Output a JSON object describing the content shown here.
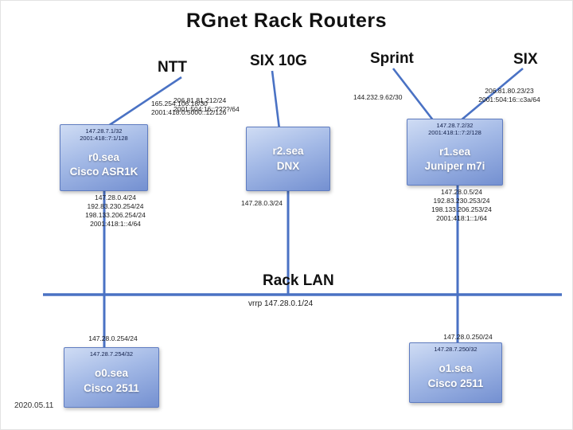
{
  "title": "RGnet Rack Routers",
  "date": "2020.05.11",
  "uplinks": {
    "ntt": {
      "label": "NTT",
      "addrs": [
        "165.254.106.18/30",
        "2001:418:0:5000::12/126"
      ]
    },
    "six10g": {
      "label": "SIX 10G",
      "addrs": [
        "206.81.81.212/24",
        "2001:504:16::????/64"
      ]
    },
    "sprint": {
      "label": "Sprint",
      "addrs": [
        "144.232.9.62/30"
      ]
    },
    "six": {
      "label": "SIX",
      "addrs": [
        "206.81.80.23/23",
        "2001:504:16::c3a/64"
      ]
    }
  },
  "routers": {
    "r0": {
      "name": "r0.sea",
      "model": "Cisco ASR1K",
      "loopbacks": [
        "147.28.7.1/32",
        "2001:418::7:1/128"
      ],
      "lan_addrs": [
        "147.28.0.4/24",
        "192.83.230.254/24",
        "198.133.206.254/24",
        "2001:418:1::4/64"
      ]
    },
    "r2": {
      "name": "r2.sea",
      "model": "DNX",
      "lan_addrs": [
        "147.28.0.3/24"
      ]
    },
    "r1": {
      "name": "r1.sea",
      "model": "Juniper m7i",
      "loopbacks": [
        "147.28.7.2/32",
        "2001:418:1::7:2/128"
      ],
      "lan_addrs": [
        "147.28.0.5/24",
        "192.83.230.253/24",
        "198.133.206.253/24",
        "2001:418:1::1/64"
      ]
    },
    "o0": {
      "name": "o0.sea",
      "model": "Cisco 2511",
      "loopbacks": [
        "147.28.7.254/32"
      ],
      "lan_addr": "147.28.0.254/24"
    },
    "o1": {
      "name": "o1.sea",
      "model": "Cisco 2511",
      "loopbacks": [
        "147.28.7.250/32"
      ],
      "lan_addr": "147.28.0.250/24"
    }
  },
  "lan": {
    "label": "Rack LAN",
    "vrrp": "vrrp 147.28.0.1/24"
  }
}
